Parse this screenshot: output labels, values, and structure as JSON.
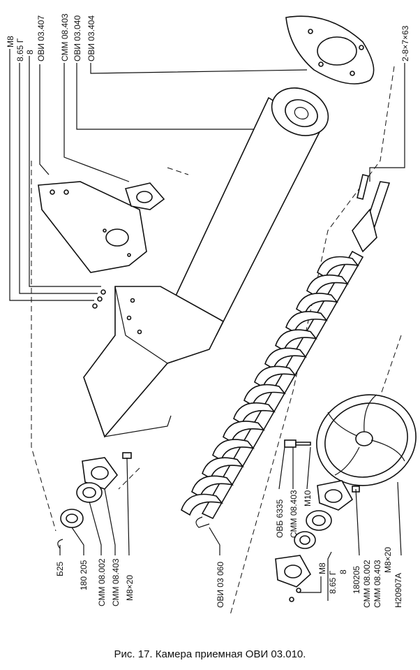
{
  "labels": {
    "top_left": [
      "M8",
      "8.65 Г",
      "8",
      "ОВИ 03.407",
      "СММ 08.403",
      "ОВИ 03.040",
      "ОВИ 03.404"
    ],
    "right_top": "2-8×7×63",
    "bottom_left": [
      "Б25",
      "180 205",
      "СММ 08.002",
      "СММ 08.403",
      "М8×20"
    ],
    "auger": "ОВИ 03 060",
    "bolt_group": [
      "ОВБ 6335",
      "СММ 08.403",
      "М10"
    ],
    "bottom_right": [
      "М8",
      "8.65 Г",
      "8",
      "180205",
      "СММ 08.002",
      "СММ 08.403",
      "М8×20",
      "Н20907А"
    ]
  },
  "caption": "Рис. 17. Камера приемная ОВИ 03.010."
}
